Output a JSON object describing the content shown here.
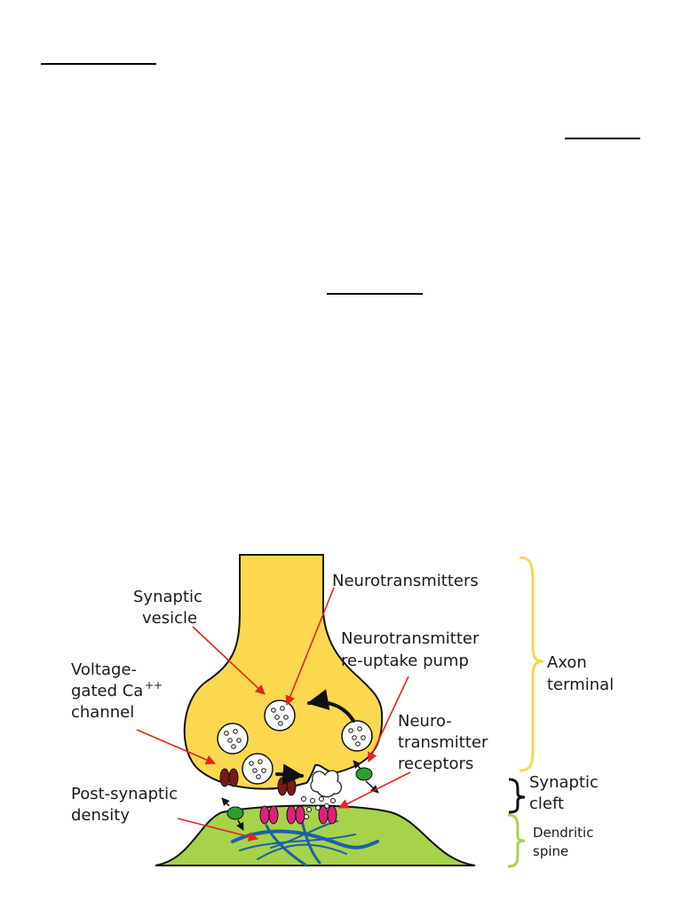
{
  "labels": {
    "neurotransmitters": "Neurotransmitters",
    "synaptic_vesicle_1": "Synaptic",
    "synaptic_vesicle_2": "vesicle",
    "reuptake_1": "Neurotransmitter",
    "reuptake_2": "re-uptake pump",
    "vgcc_1": "Voltage-",
    "vgcc_2": "gated Ca",
    "vgcc_sup": "++",
    "vgcc_3": "channel",
    "receptors_1": "Neuro-",
    "receptors_2": "transmitter",
    "receptors_3": "receptors",
    "psd_1": "Post-synaptic",
    "psd_2": "density"
  },
  "brackets": {
    "axon_terminal_1": "Axon",
    "axon_terminal_2": "terminal",
    "synaptic_cleft_1": "Synaptic",
    "synaptic_cleft_2": "cleft",
    "dendritic_spine_1": "Dendritic",
    "dendritic_spine_2": "spine"
  },
  "colors": {
    "axon_fill": "#fbd84e",
    "spine_fill": "#a6d34a",
    "arrow": "#e8231c",
    "channel": "#7a1a1a",
    "receptor": "#e0207a",
    "pump": "#2d9e2d",
    "filament": "#1f5fa8",
    "axon_brace": "#f5d94a",
    "spine_brace": "#a6d34a"
  }
}
